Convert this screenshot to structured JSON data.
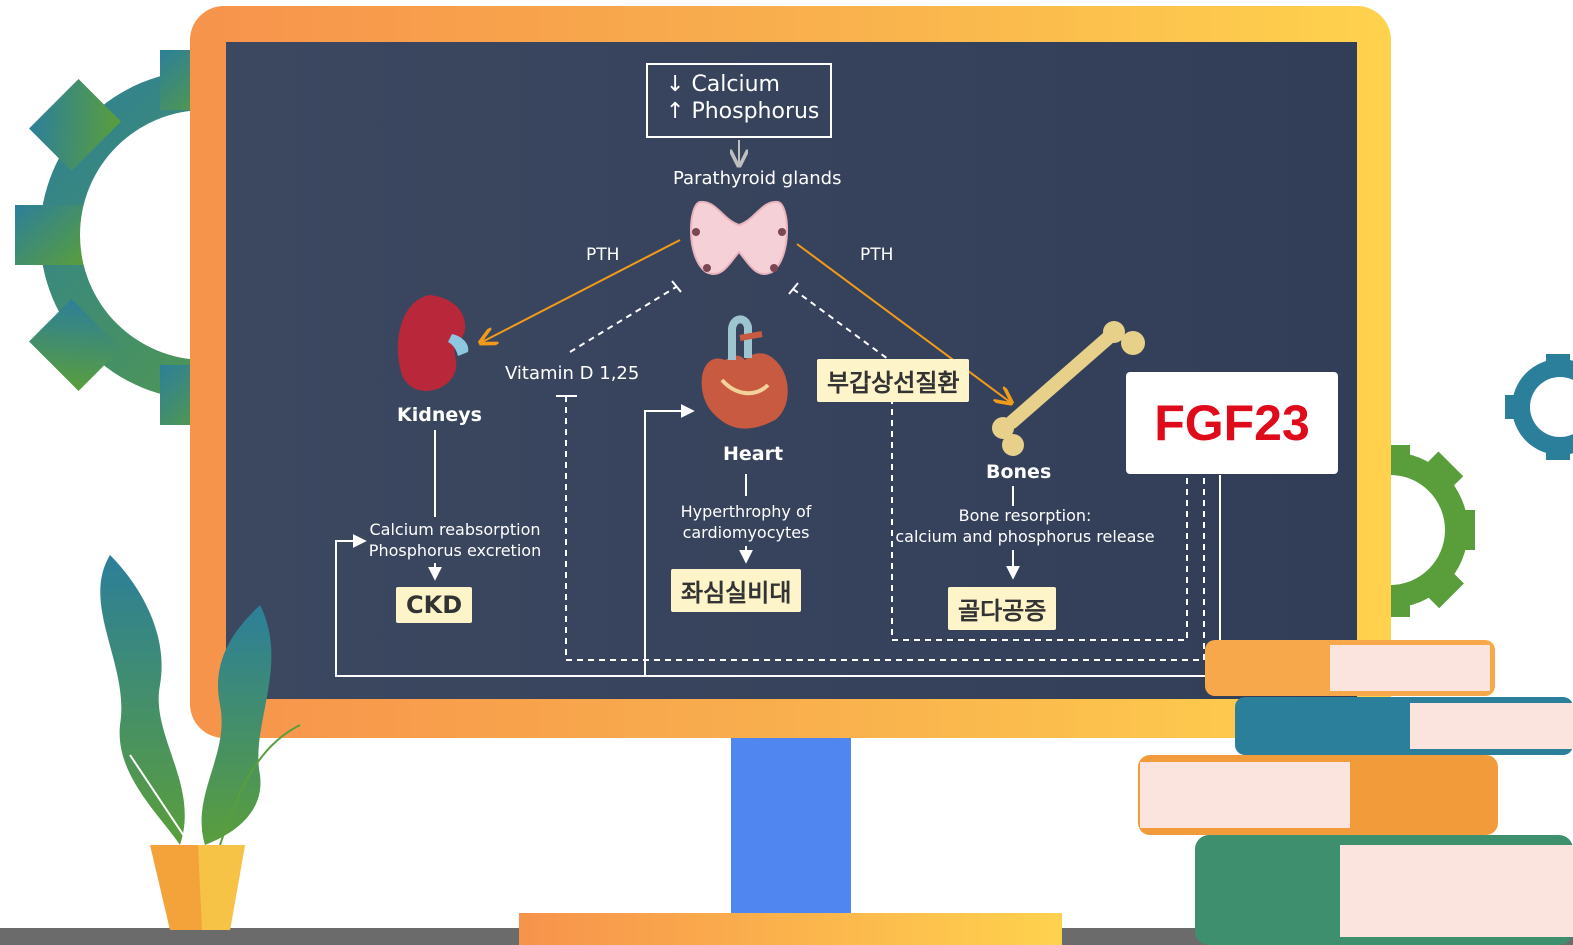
{
  "diagram": {
    "trigger": {
      "line1_arrow": "↓",
      "line1": "Calcium",
      "line2_arrow": "↑",
      "line2": "Phosphorus"
    },
    "parathyroid_label": "Parathyroid glands",
    "pth_left": "PTH",
    "pth_right": "PTH",
    "vitamin_d": "Vitamin D 1,25",
    "kidneys": {
      "label": "Kidneys",
      "effect_line1": "Calcium reabsorption",
      "effect_line2": "Phosphorus excretion",
      "outcome": "CKD"
    },
    "heart": {
      "label": "Heart",
      "effect_line1": "Hyperthrophy of",
      "effect_line2": "cardiomyocytes",
      "outcome": "좌심실비대"
    },
    "bones": {
      "label": "Bones",
      "effect_line1": "Bone resorption:",
      "effect_line2": "calcium and phosphorus release",
      "outcome": "골다공증"
    },
    "disease_label": "부갑상선질환",
    "fgf_label": "FGF23"
  },
  "colors": {
    "frame_start": "#f7934c",
    "frame_end": "#ffd24d",
    "screen": "#37425c",
    "arrow_orange": "#f29b1b",
    "fgf_red": "#e00b1a",
    "label_box": "#fdf5c9",
    "stand": "#4f86f0"
  },
  "decorations": [
    "gear-icon-left",
    "gear-icon-right-small",
    "gear-icon-right-large",
    "plant-illustration",
    "book-stack-illustration",
    "kidney-illustration",
    "thyroid-illustration",
    "heart-illustration",
    "bone-illustration"
  ]
}
